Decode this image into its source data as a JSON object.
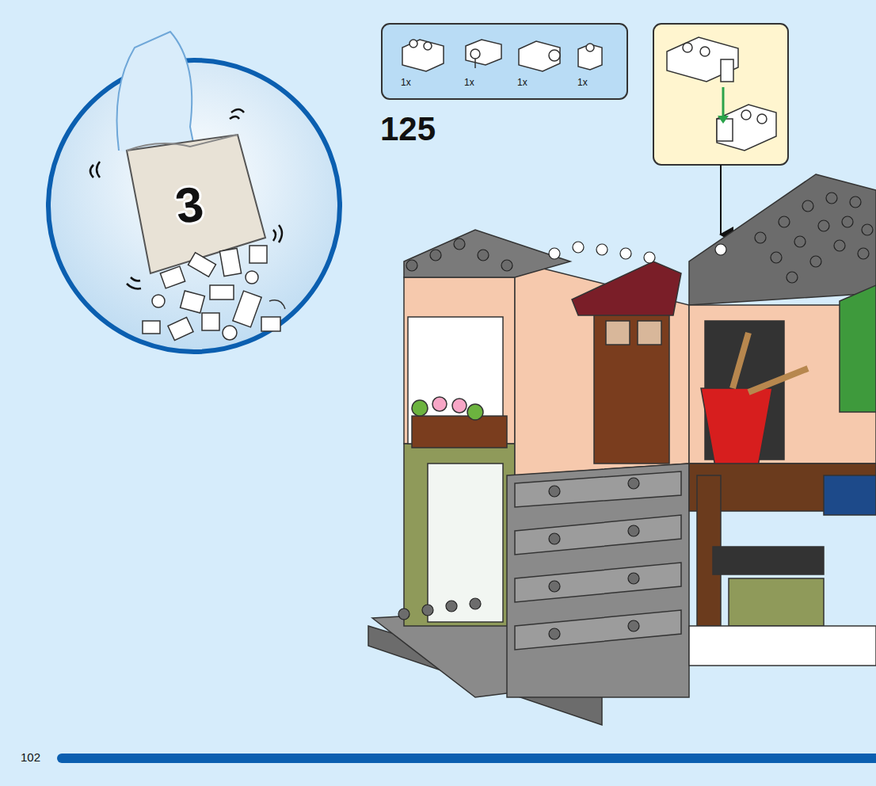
{
  "diagram": {
    "labels": [
      "3",
      "1x",
      "1x",
      "1x",
      "1x",
      "125",
      "102"
    ]
  }
}
